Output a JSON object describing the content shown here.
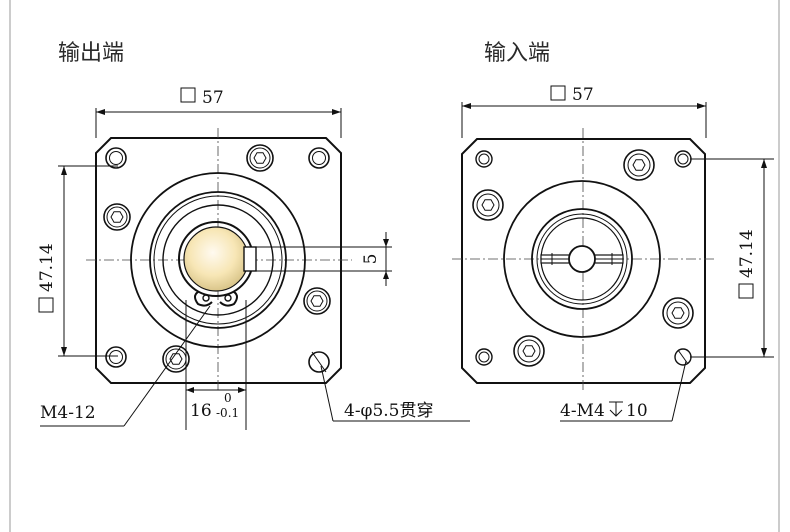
{
  "output_view": {
    "heading": "输出端",
    "width_dim": "57",
    "height_dim": "47.14",
    "key_dim": "5",
    "thread_note": "M4-12",
    "shaft_dim": "16",
    "tol_upper": "0",
    "tol_lower": "-0.1",
    "hole_note": "4-φ5.5贯穿"
  },
  "input_view": {
    "heading": "输入端",
    "width_dim": "57",
    "height_dim": "47.14",
    "thread_note": "4-M4",
    "depth_value": "10"
  },
  "colors": {
    "line": "#111111",
    "shaft_face": "#f7e6b5",
    "frame_border": "#bbbbbb"
  }
}
